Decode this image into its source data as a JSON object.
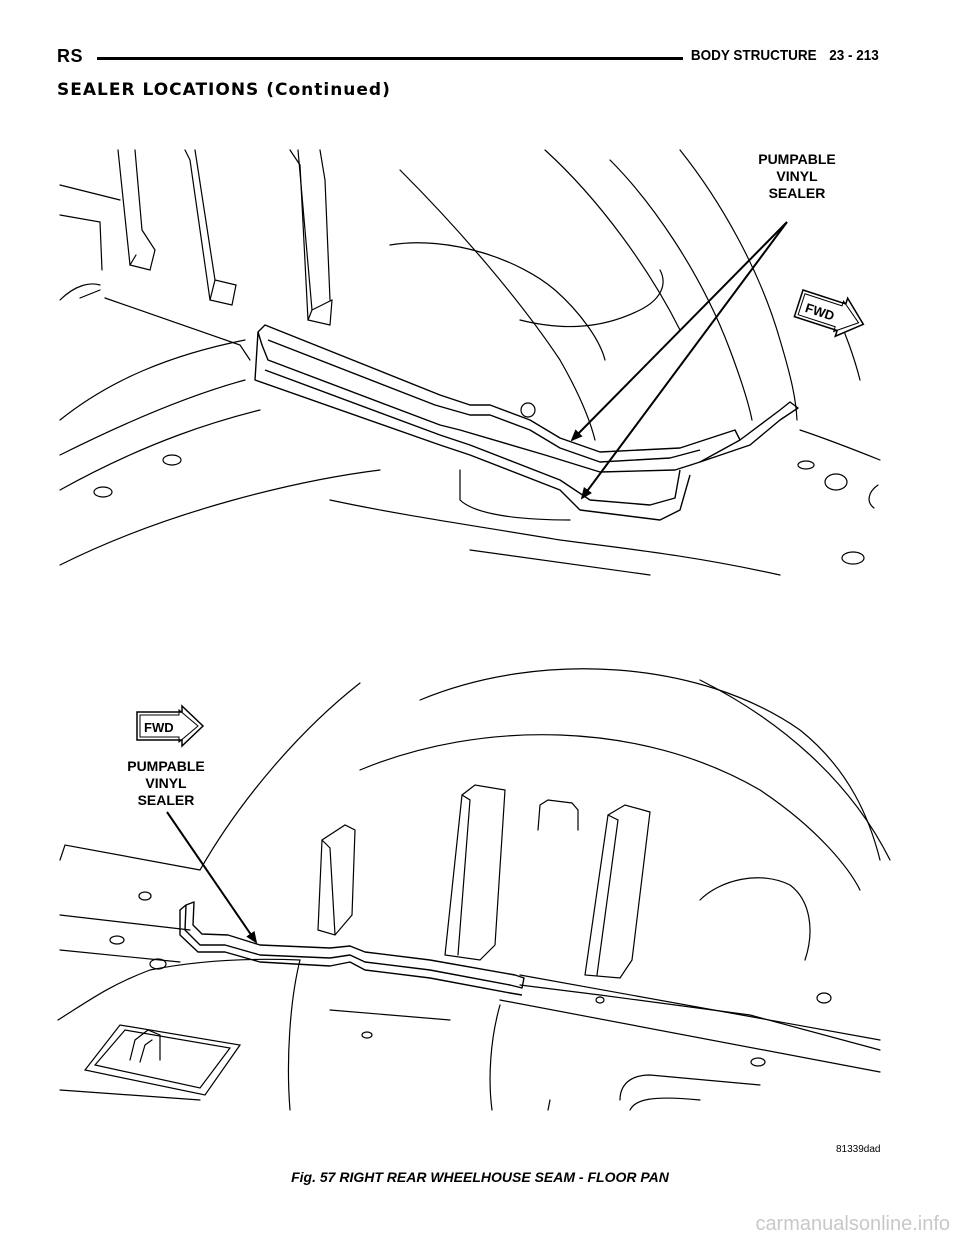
{
  "header": {
    "left": "RS",
    "title": "BODY STRUCTURE",
    "page": "23 - 213"
  },
  "section_title": "SEALER LOCATIONS (Continued)",
  "figure": {
    "top_view": {
      "callout": [
        "PUMPABLE",
        "VINYL",
        "SEALER"
      ],
      "fwd_label": "FWD"
    },
    "bottom_view": {
      "callout": [
        "PUMPABLE",
        "VINYL",
        "SEALER"
      ],
      "fwd_label": "FWD"
    },
    "image_code": "81339dad",
    "caption": "Fig. 57 RIGHT REAR WHEELHOUSE SEAM - FLOOR PAN"
  },
  "watermark": "carmanualsonline.info"
}
